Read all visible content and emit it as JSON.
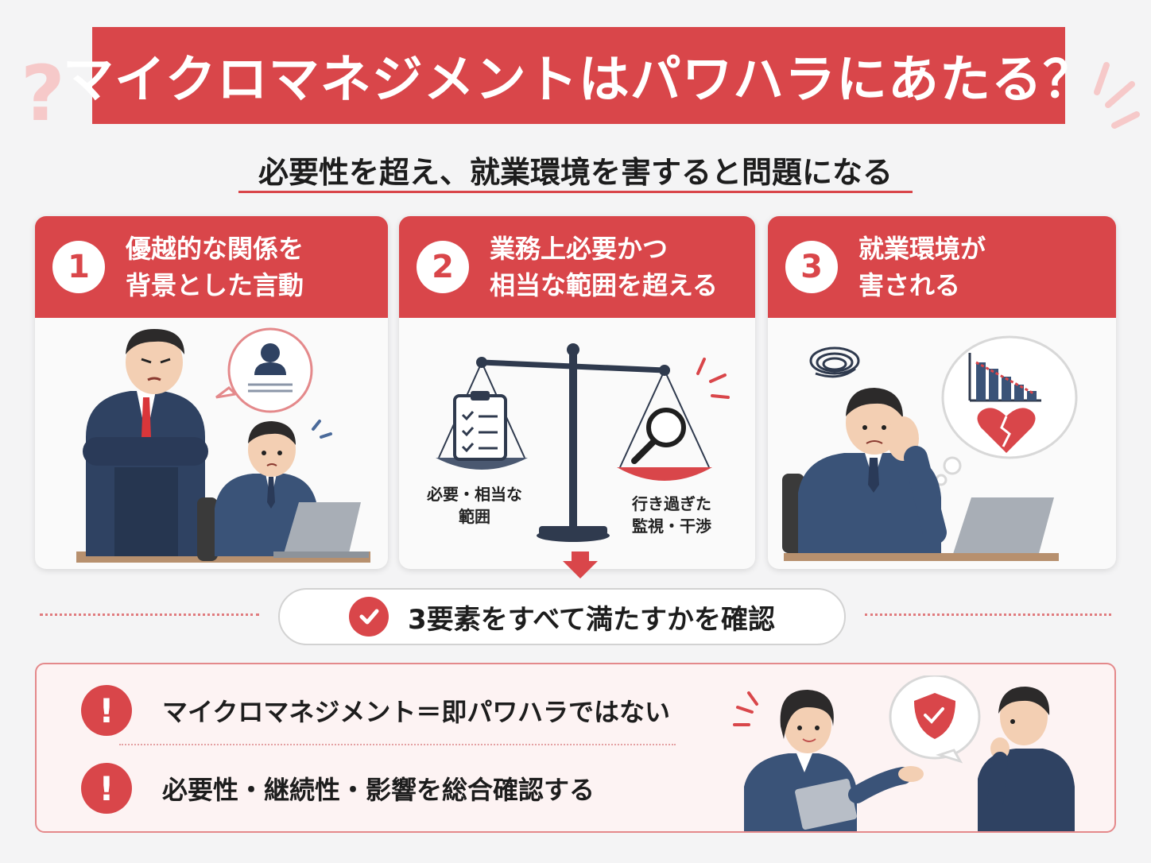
{
  "title": "マイクロマネジメントはパワハラにあたる？",
  "subtitle": "必要性を超え、就業環境を害すると問題になる",
  "colors": {
    "accent": "#d9464a",
    "navy": "#3a5378",
    "background": "#f4f4f5"
  },
  "cards": [
    {
      "number": "1",
      "title_line1": "優越的な関係を",
      "title_line2": "背景とした言動"
    },
    {
      "number": "2",
      "title_line1": "業務上必要かつ",
      "title_line2": "相当な範囲を超える",
      "left_label_line1": "必要・相当な",
      "left_label_line2": "範囲",
      "right_label_line1": "行き過ぎた",
      "right_label_line2": "監視・干渉"
    },
    {
      "number": "3",
      "title_line1": "就業環境が",
      "title_line2": "害される"
    }
  ],
  "check_text": "3要素をすべて満たすかを確認",
  "notes": [
    {
      "icon": "exclamation-icon",
      "text": "マイクロマネジメント＝即パワハラではない"
    },
    {
      "icon": "exclamation-icon",
      "text": "必要性・継続性・影響を総合確認する"
    }
  ]
}
